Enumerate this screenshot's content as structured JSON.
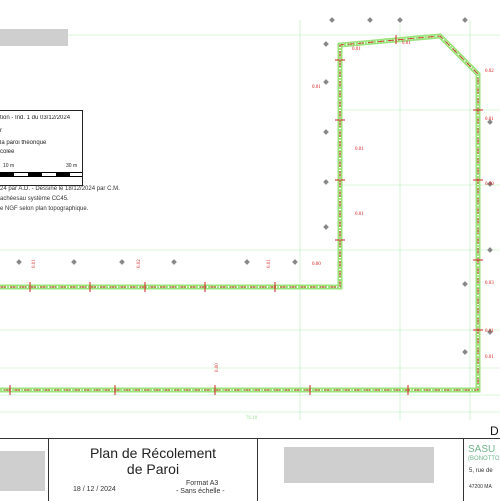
{
  "header": {
    "legend_title": "tion - Ind. 1 du 03/12/2024",
    "legend_line1": "r",
    "legend_line2": "la paroi théorique",
    "legend_line3": "colée",
    "scale_10": "10 m",
    "scale_30": "30 m"
  },
  "notes": {
    "line1": "24 par A.D. - Dessiné le 18/12/2024 par C.M.",
    "line2": "achéesau système CC45.",
    "line3": "e NGF selon plan topographique."
  },
  "plan": {
    "offsets": [
      "0.01",
      "0.01",
      "0.01",
      "0.01",
      "0.00",
      "0.02",
      "0.01",
      "0.01",
      "0.03",
      "0.02",
      "0.01",
      "0.00",
      "0.01",
      "0.01",
      "0.01",
      "0.00"
    ],
    "dim": "76.10",
    "colors": {
      "grid": "#8fe38f",
      "wall": "#9ae37a",
      "measure": "#d42020",
      "marker": "#888888"
    }
  },
  "cartouche": {
    "title_line1": "Plan de Récolement",
    "title_line2": "de Paroi",
    "date": "18 / 12 / 2024",
    "format": "Format A3",
    "scale": "- Sans échelle -",
    "company": "SASU",
    "company_sub": "(BONOTTO",
    "address1": "5, rue de",
    "address2": "47200 MA",
    "corner_letter": "D"
  }
}
